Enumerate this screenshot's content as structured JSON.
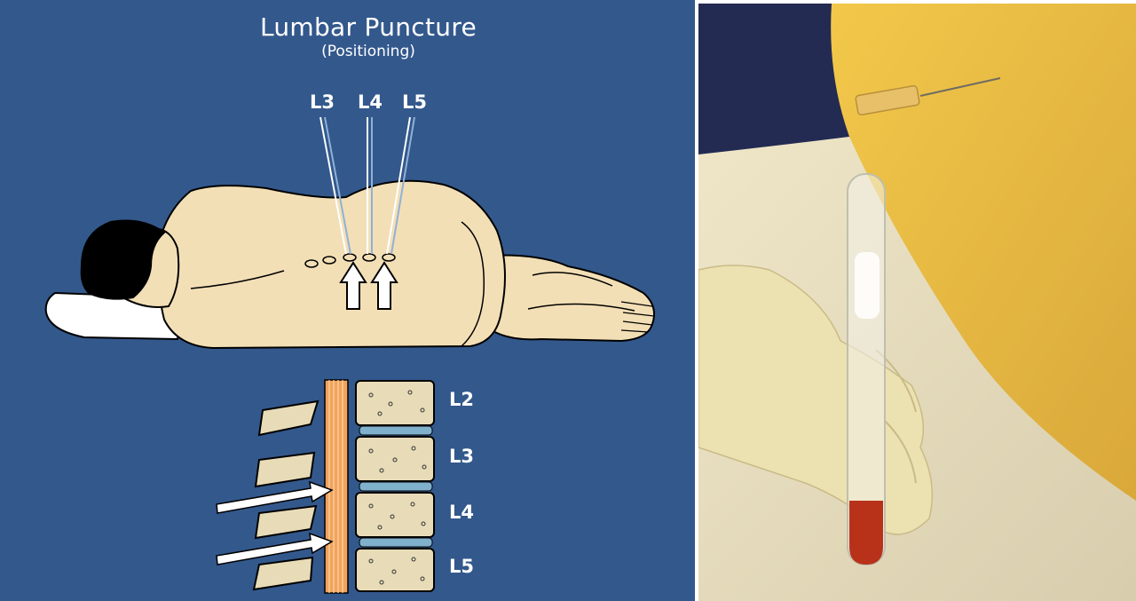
{
  "figure": {
    "title": "Lumbar Puncture",
    "subtitle": "(Positioning)",
    "needle_labels": [
      "L3",
      "L4",
      "L5"
    ],
    "vertebra_labels": [
      "L2",
      "L3",
      "L4",
      "L5"
    ]
  },
  "colors": {
    "panel_background": "#33588c",
    "skin": "#f3dfb6",
    "hair": "#000000",
    "bone": "#e8dcb8",
    "disc": "#7fb0cc",
    "spinal_cord": "#f2a35c",
    "csf_in_tube": "#b8321a"
  }
}
